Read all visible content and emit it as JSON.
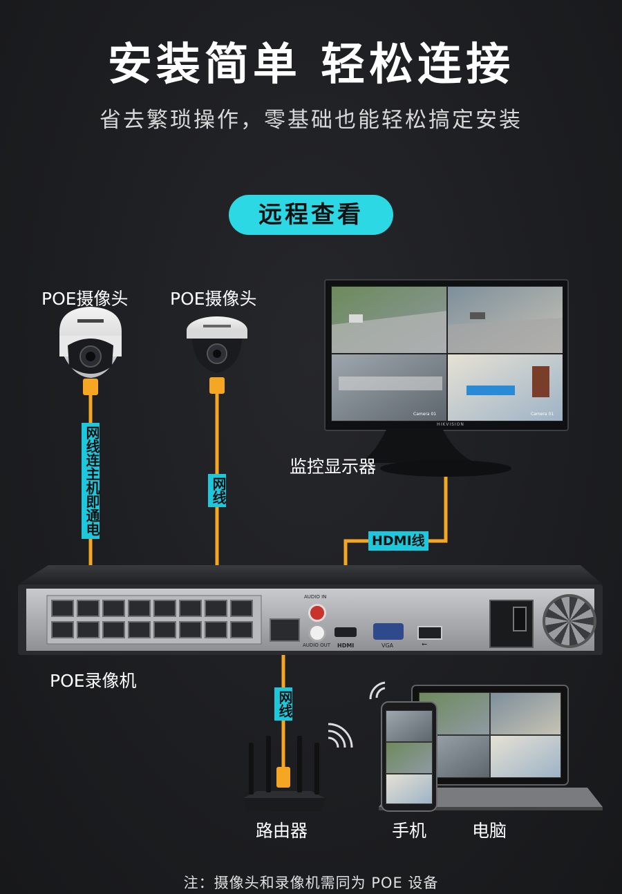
{
  "header": {
    "title": "安装简单 轻松连接",
    "subtitle": "省去繁琐操作，零基础也能轻松搞定安装"
  },
  "badge": {
    "label": "远程查看"
  },
  "devices": {
    "camera1_label": "POE摄像头",
    "camera2_label": "POE摄像头",
    "monitor_label": "监控显示器",
    "nvr_label": "POE录像机",
    "router_label": "路由器",
    "phone_label": "手机",
    "pc_label": "电脑"
  },
  "cables": {
    "camera1_cable": "网线连主机即通电",
    "camera2_cable": "网线",
    "hdmi_cable": "HDMI线",
    "router_cable": "网线"
  },
  "nvr_panel": {
    "audio_in": "AUDIO IN",
    "audio_out": "AUDIO OUT",
    "hdmi": "HDMI",
    "vga": "VGA",
    "usb": "⭠"
  },
  "monitor_screen": {
    "brand": "HIKVISION",
    "cam_label_a": "Camera 01",
    "cam_label_b": "Camera 01"
  },
  "footer": {
    "note": "注：摄像头和录像机需同为 POE 设备"
  },
  "colors": {
    "accent": "#2bd8e4",
    "cable": "#f5a623",
    "background": "#1d1e21"
  }
}
